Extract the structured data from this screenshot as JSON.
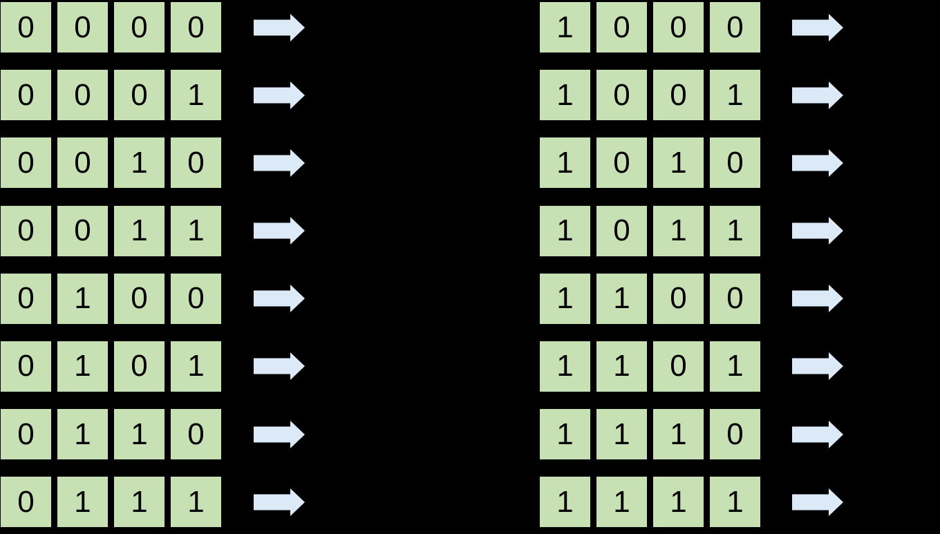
{
  "colors": {
    "background": "#000000",
    "cell_fill": "#c8e1b4",
    "digit": "#000000",
    "arrow_fill": "#dce9f7"
  },
  "icons": {
    "arrow": "right-arrow"
  },
  "grids": [
    {
      "id": "left",
      "rows": [
        [
          "0",
          "0",
          "0",
          "0"
        ],
        [
          "0",
          "0",
          "0",
          "1"
        ],
        [
          "0",
          "0",
          "1",
          "0"
        ],
        [
          "0",
          "0",
          "1",
          "1"
        ],
        [
          "0",
          "1",
          "0",
          "0"
        ],
        [
          "0",
          "1",
          "0",
          "1"
        ],
        [
          "0",
          "1",
          "1",
          "0"
        ],
        [
          "0",
          "1",
          "1",
          "1"
        ]
      ]
    },
    {
      "id": "right",
      "rows": [
        [
          "1",
          "0",
          "0",
          "0"
        ],
        [
          "1",
          "0",
          "0",
          "1"
        ],
        [
          "1",
          "0",
          "1",
          "0"
        ],
        [
          "1",
          "0",
          "1",
          "1"
        ],
        [
          "1",
          "1",
          "0",
          "0"
        ],
        [
          "1",
          "1",
          "0",
          "1"
        ],
        [
          "1",
          "1",
          "1",
          "0"
        ],
        [
          "1",
          "1",
          "1",
          "1"
        ]
      ]
    }
  ]
}
